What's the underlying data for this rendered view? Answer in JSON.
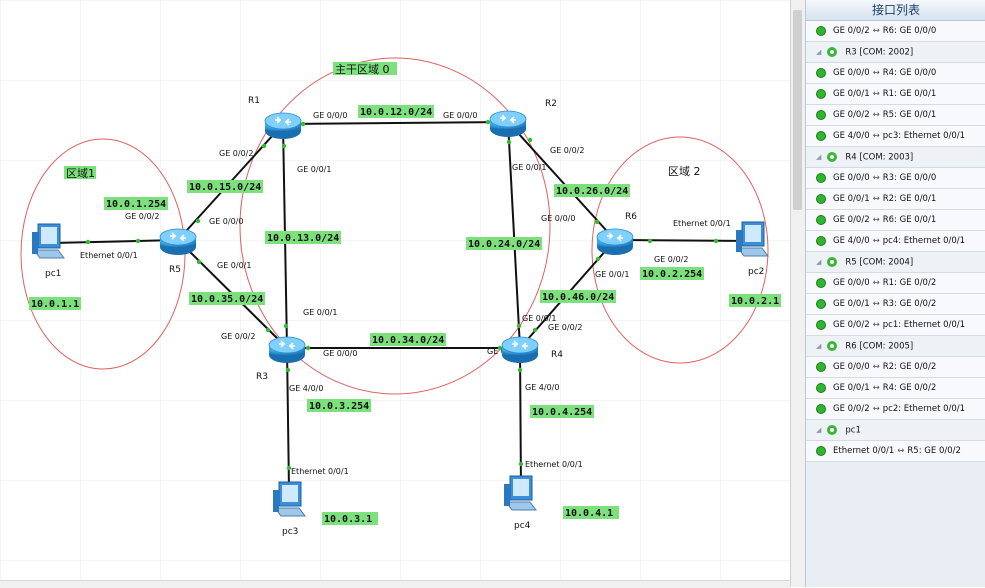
{
  "diagram": {
    "areas": {
      "backbone": "主干区域 0",
      "area1": "区域1",
      "area2": "区域 2"
    },
    "devices": {
      "r1": "R1",
      "r2": "R2",
      "r3": "R3",
      "r4": "R4",
      "r5": "R5",
      "r6": "R6",
      "pc1": "pc1",
      "pc2": "pc2",
      "pc3": "pc3",
      "pc4": "pc4"
    },
    "networks": {
      "n12": "10.0.12.0/24",
      "n15": "10.0.15.0/24",
      "n13": "10.0.13.0/24",
      "n26": "10.0.26.0/24",
      "n24": "10.0.24.0/24",
      "n35": "10.0.35.0/24",
      "n34": "10.0.34.0/24",
      "n46": "10.0.46.0/24",
      "gw1": "10.0.1.254",
      "pc1ip": "10.0.1.1",
      "gw2": "10.0.2.254",
      "pc2ip": "10.0.2.1",
      "gw3": "10.0.3.254",
      "pc3ip": "10.0.3.1",
      "gw4": "10.0.4.254",
      "pc4ip": "10.0.4.1"
    },
    "ports": {
      "r1_000": "GE 0/0/0",
      "r1_002": "GE 0/0/2",
      "r1_001": "GE 0/0/1",
      "r2_000": "GE 0/0/0",
      "r2_002": "GE 0/0/2",
      "r2_001": "GE 0/0/1",
      "r5_002": "GE 0/0/2",
      "r5_000": "GE 0/0/0",
      "r5_001": "GE 0/0/1",
      "pc1_eth": "Ethernet 0/0/1",
      "r3_001": "GE 0/0/1",
      "r3_002": "GE 0/0/2",
      "r3_000": "GE 0/0/0",
      "r3_400": "GE 4/0/0",
      "pc3_eth": "Ethernet 0/0/1",
      "r4_001": "GE 0/0/1",
      "r4_002": "GE 0/0/2",
      "r4_000": "GE 0/0/0",
      "r4_400": "GE 4/0/0",
      "pc4_eth": "Ethernet 0/0/1",
      "r6_000": "GE 0/0/0",
      "r6_001": "GE 0/0/1",
      "r6_002": "GE 0/0/2",
      "pc2_eth": "Ethernet 0/0/1"
    }
  },
  "panel": {
    "title": "接口列表",
    "rows": [
      {
        "kind": "child",
        "local": "GE 0/0/2",
        "remote": "R6: GE 0/0/0"
      },
      {
        "kind": "group",
        "label": "R3 [COM: 2002]"
      },
      {
        "kind": "child",
        "local": "GE 0/0/0",
        "remote": "R4: GE 0/0/0"
      },
      {
        "kind": "child",
        "local": "GE 0/0/1",
        "remote": "R1: GE 0/0/1"
      },
      {
        "kind": "child",
        "local": "GE 0/0/2",
        "remote": "R5: GE 0/0/1"
      },
      {
        "kind": "child",
        "local": "GE 4/0/0",
        "remote": "pc3: Ethernet 0/0/1"
      },
      {
        "kind": "group",
        "label": "R4 [COM: 2003]"
      },
      {
        "kind": "child",
        "local": "GE 0/0/0",
        "remote": "R3: GE 0/0/0"
      },
      {
        "kind": "child",
        "local": "GE 0/0/1",
        "remote": "R2: GE 0/0/1"
      },
      {
        "kind": "child",
        "local": "GE 0/0/2",
        "remote": "R6: GE 0/0/1"
      },
      {
        "kind": "child",
        "local": "GE 4/0/0",
        "remote": "pc4: Ethernet 0/0/1"
      },
      {
        "kind": "group",
        "label": "R5 [COM: 2004]"
      },
      {
        "kind": "child",
        "local": "GE 0/0/0",
        "remote": "R1: GE 0/0/2"
      },
      {
        "kind": "child",
        "local": "GE 0/0/1",
        "remote": "R3: GE 0/0/2"
      },
      {
        "kind": "child",
        "local": "GE 0/0/2",
        "remote": "pc1: Ethernet 0/0/1"
      },
      {
        "kind": "group",
        "label": "R6 [COM: 2005]"
      },
      {
        "kind": "child",
        "local": "GE 0/0/0",
        "remote": "R2: GE 0/0/2"
      },
      {
        "kind": "child",
        "local": "GE 0/0/1",
        "remote": "R4: GE 0/0/2"
      },
      {
        "kind": "child",
        "local": "GE 0/0/2",
        "remote": "pc2: Ethernet 0/0/1"
      },
      {
        "kind": "group",
        "label": "pc1"
      },
      {
        "kind": "child",
        "local": "Ethernet 0/0/1",
        "remote": "R5: GE 0/0/2"
      }
    ]
  }
}
